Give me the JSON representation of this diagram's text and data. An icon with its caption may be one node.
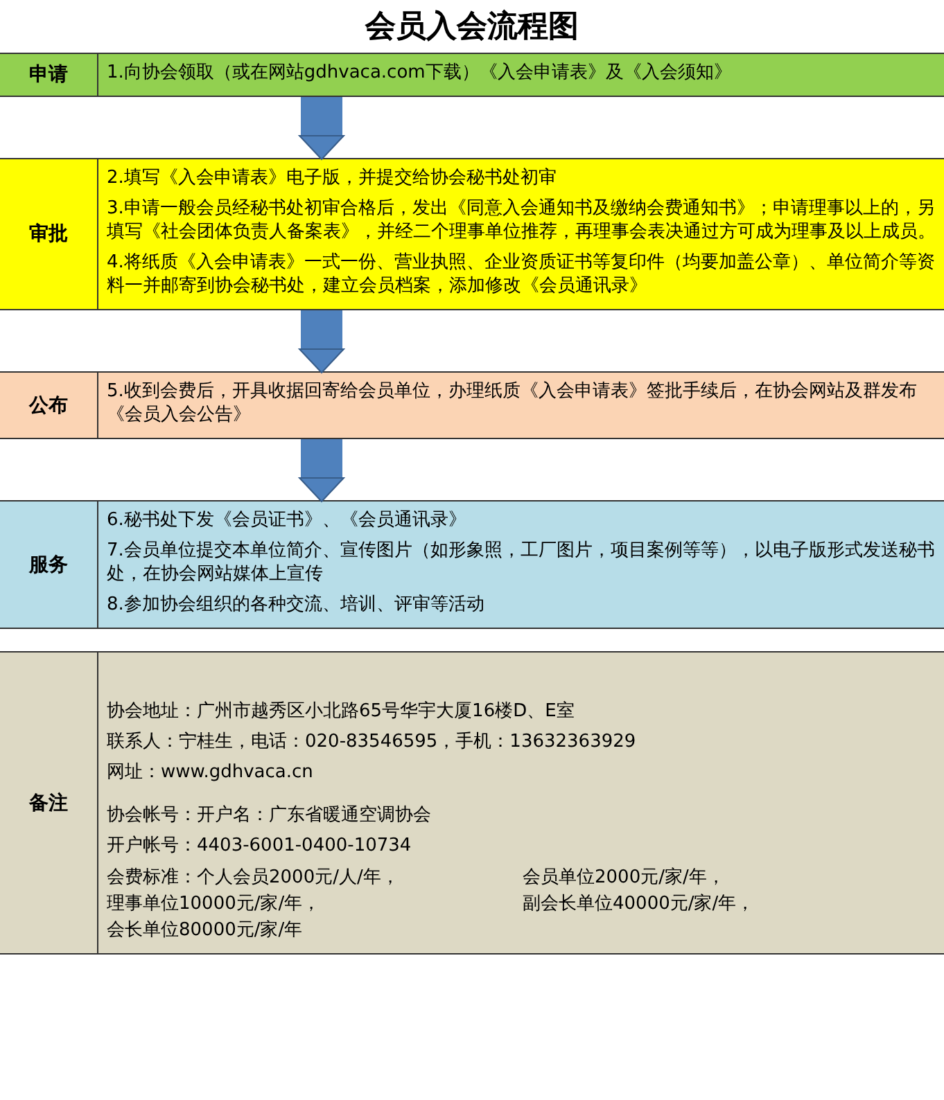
{
  "diagram": {
    "title": "会员入会流程图",
    "nodes": [
      {
        "text": [
          "申请",
          "1.向协会领取（或在网站gdhvaca.com下载）《入会申请表》及《入会须知》"
        ]
      },
      {
        "text": [
          "审批",
          "2.填写《入会申请表》电子版，并提交给协会秘书处初审",
          "3.申请一般会员经秘书处初审合格后，发出《同意入会通知书及缴纳会费通知书》；申请理事以上的，另填写《社会团体负责人备案表》，并经二个理事单位推荐，再理事会表决通过方可成为理事及以上成员。",
          "4.将纸质《入会申请表》一式一份、营业执照、企业资质证书等复印件（均要加盖公章）、单位简介等资料一并邮寄到协会秘书处，建立会员档案，添加修改《会员通讯录》"
        ]
      },
      {
        "text": [
          "公布",
          "5.收到会费后，开具收据回寄给会员单位，办理纸质《入会申请表》签批手续后，在协会网站及群发布《会员入会公告》"
        ]
      },
      {
        "text": [
          "服务",
          "6.秘书处下发《会员证书》、《会员通讯录》",
          "7.会员单位提交本单位简介、宣传图片（如形象照，工厂图片，项目案例等等），以电子版形式发送秘书处，在协会网站媒体上宣传",
          "8.参加协会组织的各种交流、培训、评审等活动"
        ]
      },
      {
        "text": [
          "备注",
          "协会地址：广州市越秀区小北路65号华宇大厦16楼D、E室",
          "联系人：宁桂生，电话：020-83546595，手机：13632363929",
          "网址：www.gdhvaca.cn",
          "协会帐号：开户名：广东省暖通空调协会",
          "开户帐号：4403-6001-0400-10734",
          "会费标准：个人会员2000元/人/年，",
          "会员单位2000元/家/年，",
          "理事单位10000元/家/年，",
          "副会长单位40000元/家/年，",
          "会长单位80000元/家/年"
        ]
      }
    ],
    "edges": [
      {
        "from": 0,
        "to": 1,
        "arrow": "to"
      },
      {
        "from": 1,
        "to": 2,
        "arrow": "to"
      },
      {
        "from": 2,
        "to": 3,
        "arrow": "to"
      }
    ]
  }
}
